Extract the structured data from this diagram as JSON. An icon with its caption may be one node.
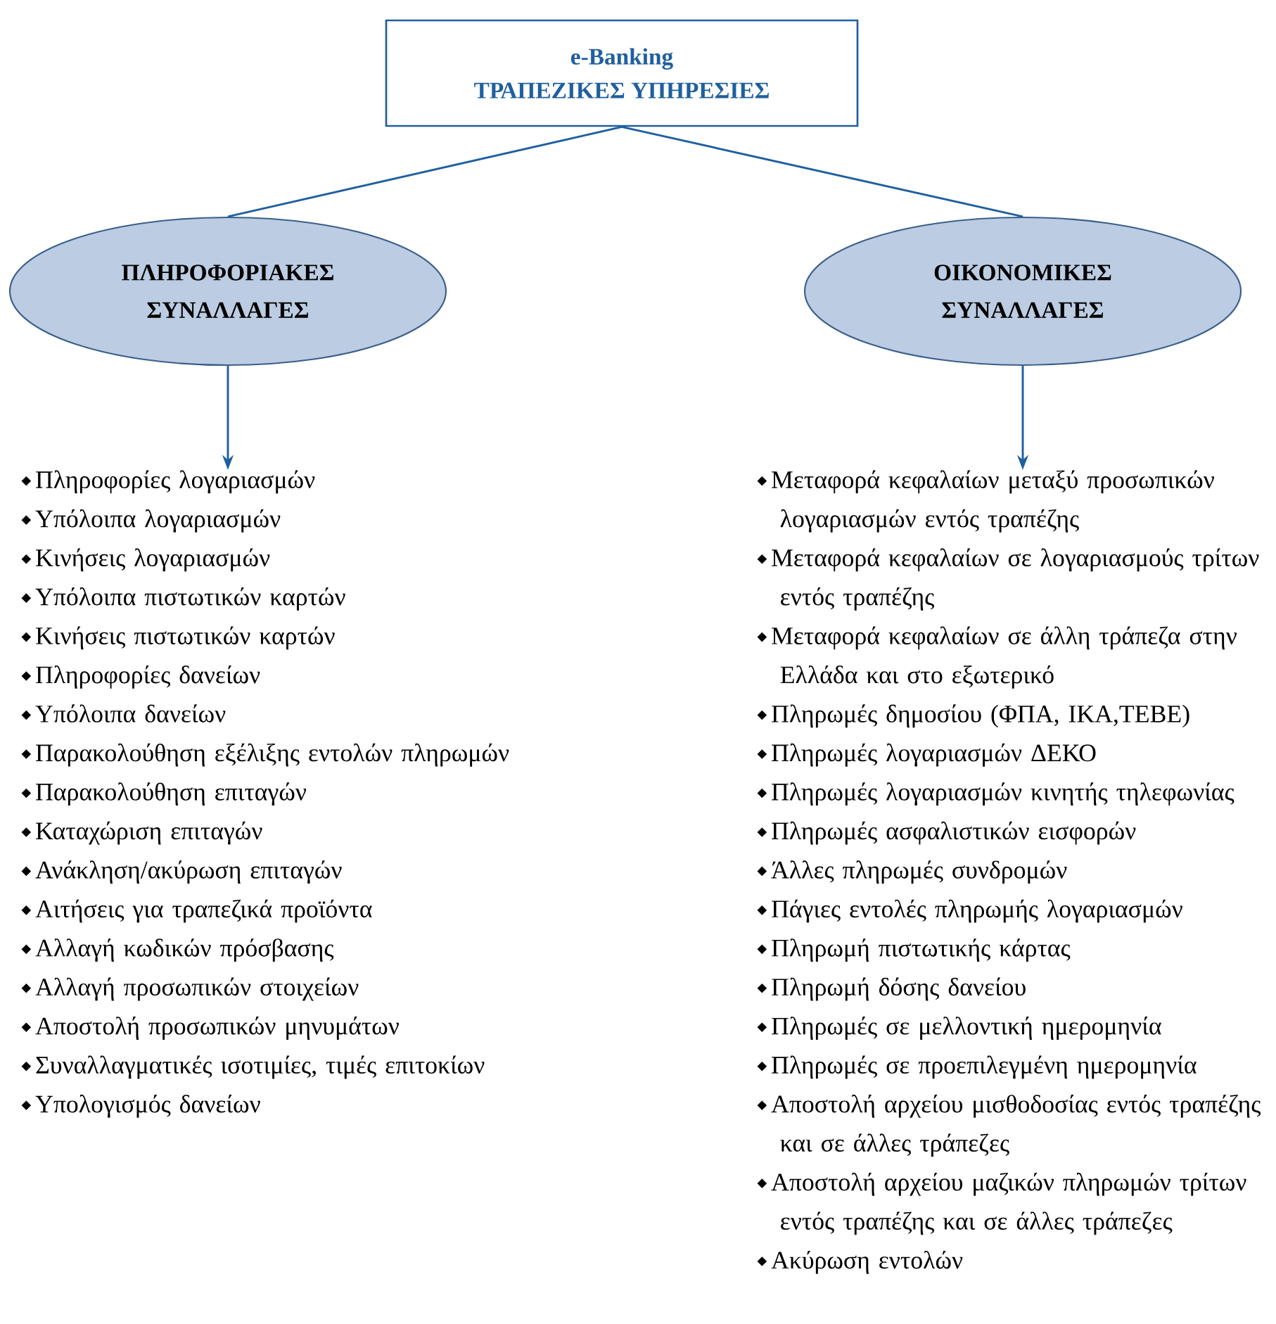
{
  "diagram": {
    "nodes": [
      {
        "text": [
          "e-Banking",
          "ΤΡΑΠΕΖΙΚΕΣ ΥΠΗΡΕΣΙΕΣ"
        ]
      },
      {
        "text": [
          "ΠΛΗΡΟΦΟΡΙΑΚΕΣ ΣΥΝΑΛΛΑΓΕΣ"
        ]
      },
      {
        "text": [
          "ΟΙΚΟΝΟΜΙΚΕΣ ΣΥΝΑΛΛΑΓΕΣ"
        ]
      },
      {
        "text": [
          "Πληροφορίες λογαριασμών",
          "Υπόλοιπα λογαριασμών",
          "Κινήσεις λογαριασμών",
          "Υπόλοιπα πιστωτικών καρτών",
          "Κινήσεις πιστωτικών καρτών",
          "Πληροφορίες δανείων",
          "Υπόλοιπα δανείων",
          "Παρακολούθηση εξέλιξης εντολών πληρωμών",
          "Παρακολούθηση επιταγών",
          "Καταχώριση επιταγών",
          "Ανάκληση/ακύρωση επιταγών",
          "Αιτήσεις για τραπεζικά προϊόντα",
          "Αλλαγή κωδικών πρόσβασης",
          "Αλλαγή προσωπικών στοιχείων",
          "Αποστολή προσωπικών μηνυμάτων",
          "Συναλλαγματικές ισοτιμίες, τιμές επιτοκίων",
          "Υπολογισμός δανείων"
        ]
      },
      {
        "text": [
          "Μεταφορά κεφαλαίων μεταξύ προσωπικών λογαριασμών εντός τραπέζης",
          "Μεταφορά κεφαλαίων σε λογαριασμούς τρίτων εντός τραπέζης",
          "Μεταφορά κεφαλαίων σε άλλη τράπεζα στην Ελλάδα και στο εξωτερικό",
          "Πληρωμές δημοσίου (ΦΠΑ, ΙΚΑ,ΤΕΒΕ)",
          "Πληρωμές λογαριασμών ΔΕΚΟ",
          "Πληρωμές λογαριασμών κινητής τηλεφωνίας",
          "Πληρωμές ασφαλιστικών εισφορών",
          "Άλλες πληρωμές συνδρομών",
          "Πάγιες εντολές πληρωμής λογαριασμών",
          "Πληρωμή πιστωτικής κάρτας",
          "Πληρωμή δόσης δανείου",
          "Πληρωμές σε μελλοντική ημερομηνία",
          "Πληρωμές σε προεπιλεγμένη ημερομηνία",
          "Αποστολή αρχείου μισθοδοσίας εντός τραπέζης και σε άλλες τράπεζες",
          "Αποστολή αρχείου μαζικών πληρωμών τρίτων εντός τραπέζης και σε άλλες τράπεζες",
          "Ακύρωση εντολών"
        ]
      }
    ],
    "edges": [
      {
        "from": 0,
        "to": 1,
        "arrow": "none"
      },
      {
        "from": 0,
        "to": 2,
        "arrow": "none"
      },
      {
        "from": 1,
        "to": 3,
        "arrow": "to"
      },
      {
        "from": 2,
        "to": 4,
        "arrow": "to"
      }
    ]
  }
}
